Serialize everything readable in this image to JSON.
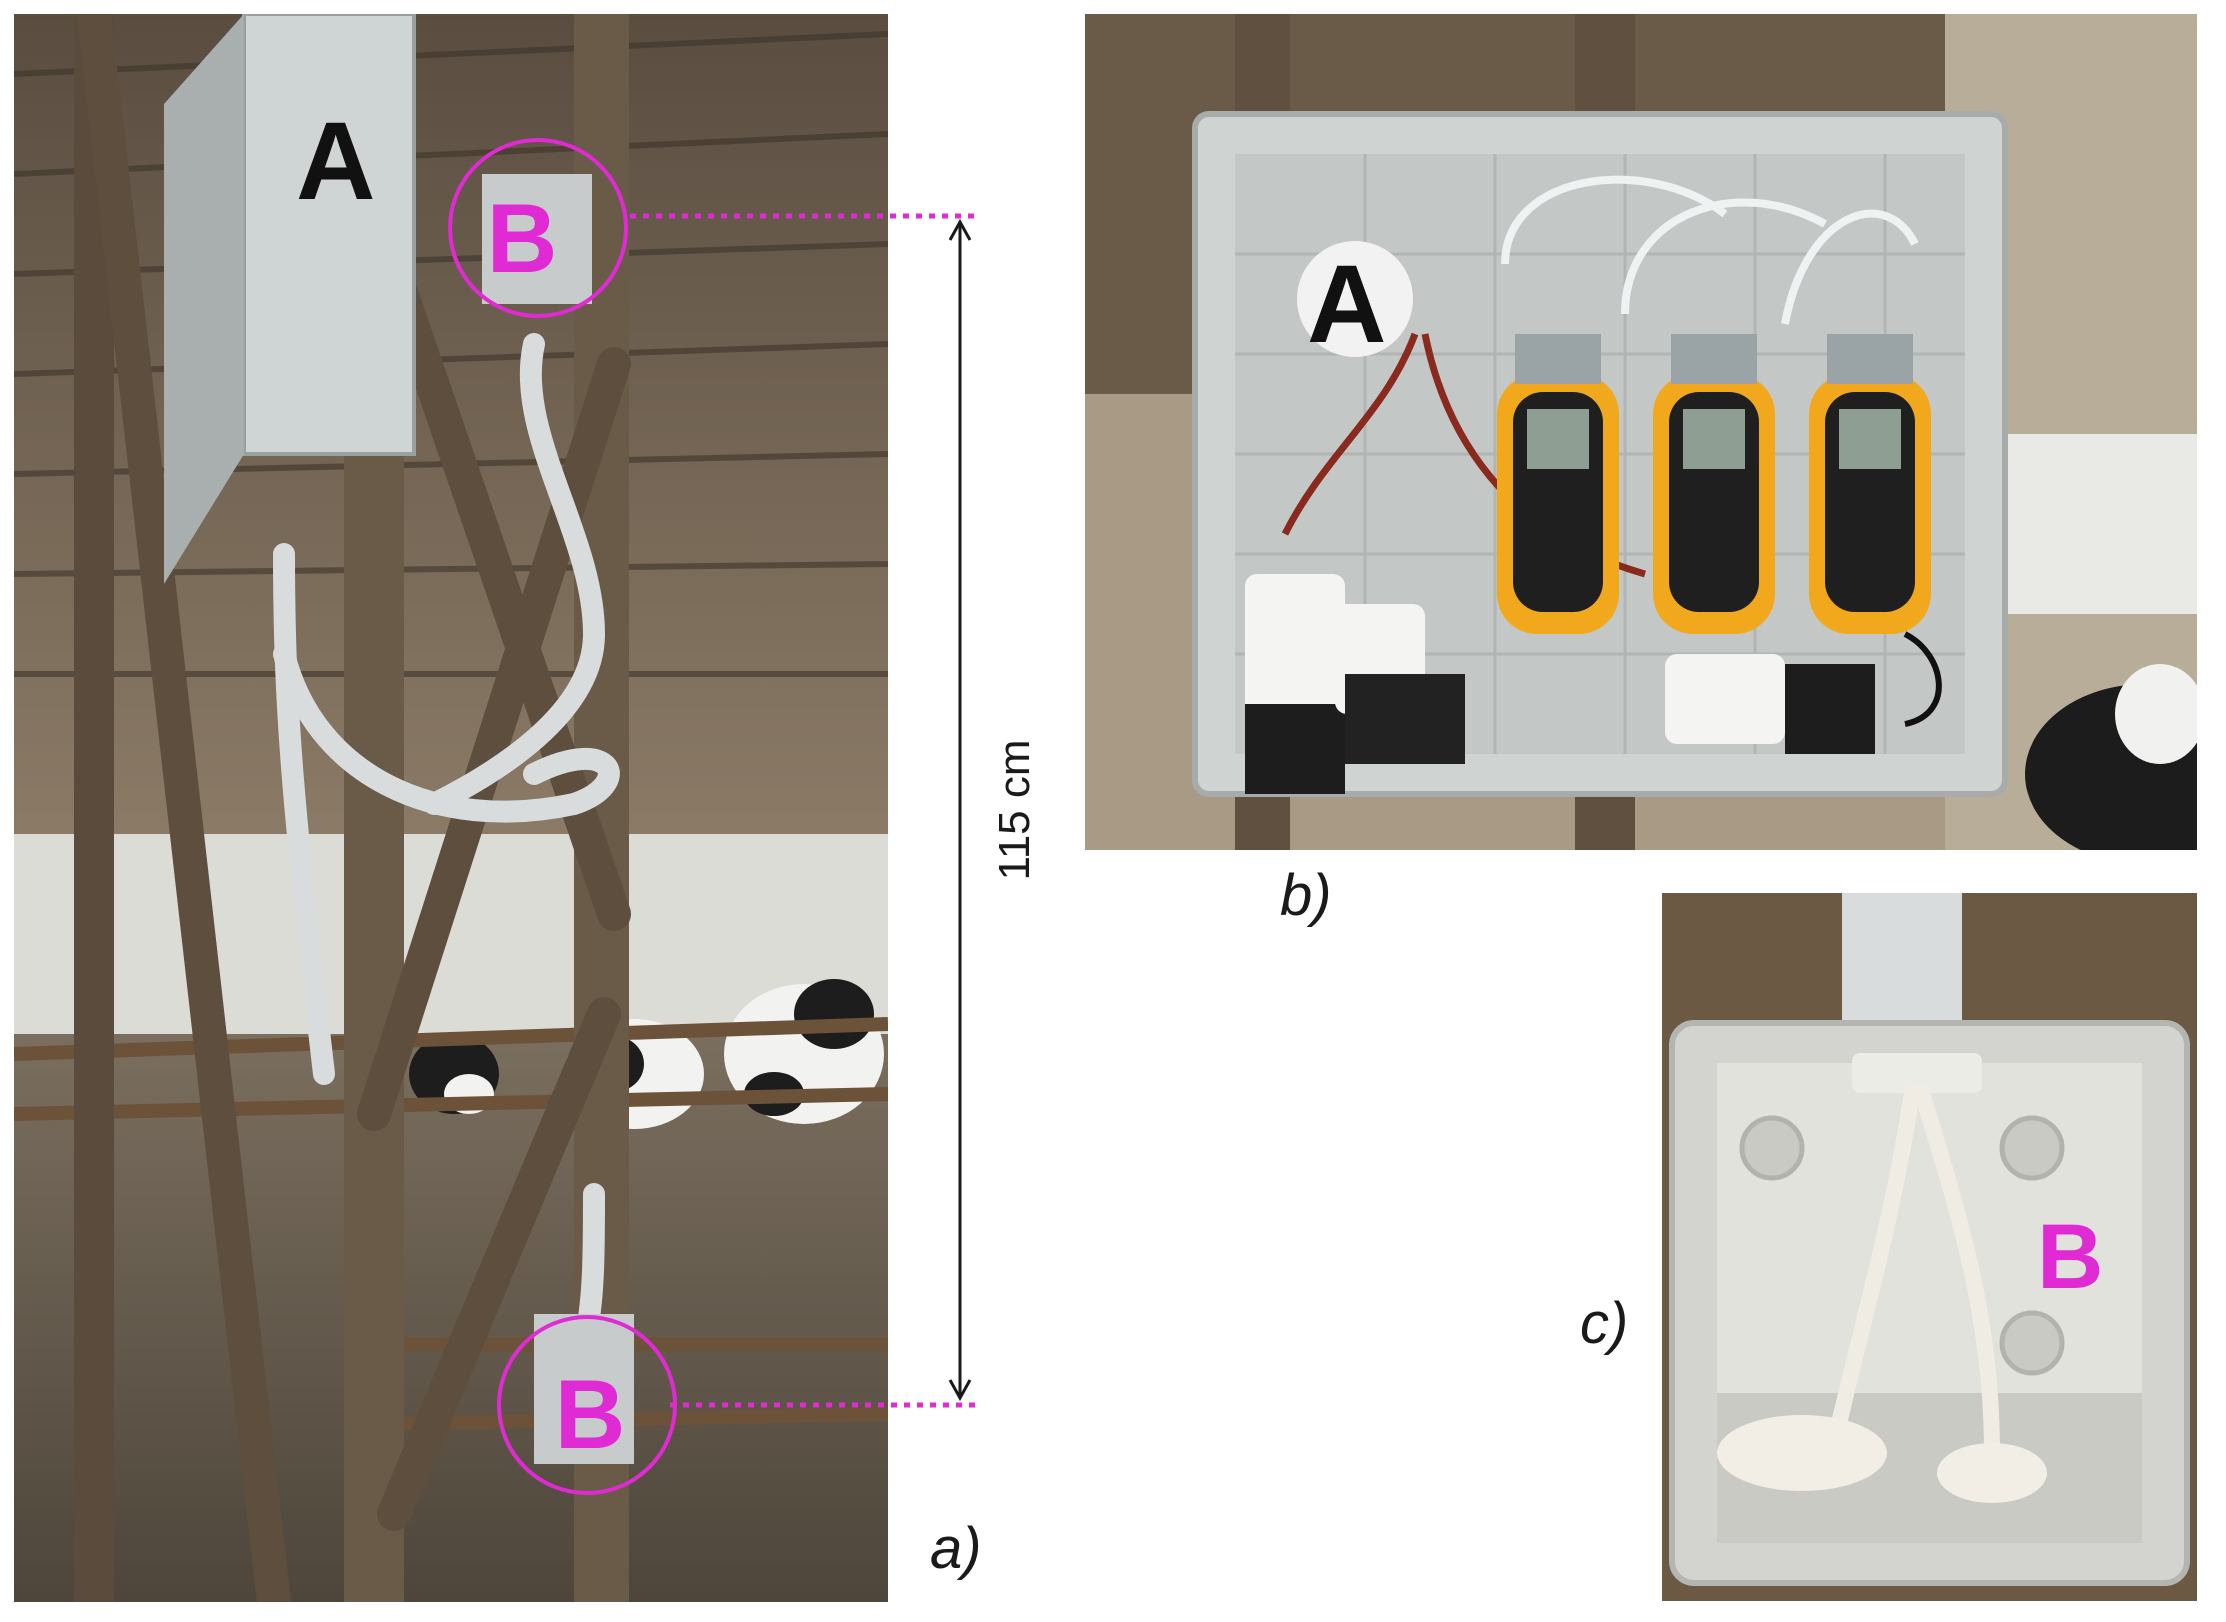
{
  "panels": {
    "a": {
      "label": "a)",
      "box_labels": {
        "main": "A",
        "top": "B",
        "bottom": "B"
      }
    },
    "b": {
      "label": "b)",
      "box_label": "A"
    },
    "c": {
      "label": "c)",
      "box_label": "B"
    }
  },
  "measurement": {
    "text": "115 cm"
  },
  "colors": {
    "highlight": "#e02ad4",
    "label_text": "#1a1a1a",
    "sensor_yellow": "#f2a81c",
    "enclosure": "#d9dcdc"
  }
}
